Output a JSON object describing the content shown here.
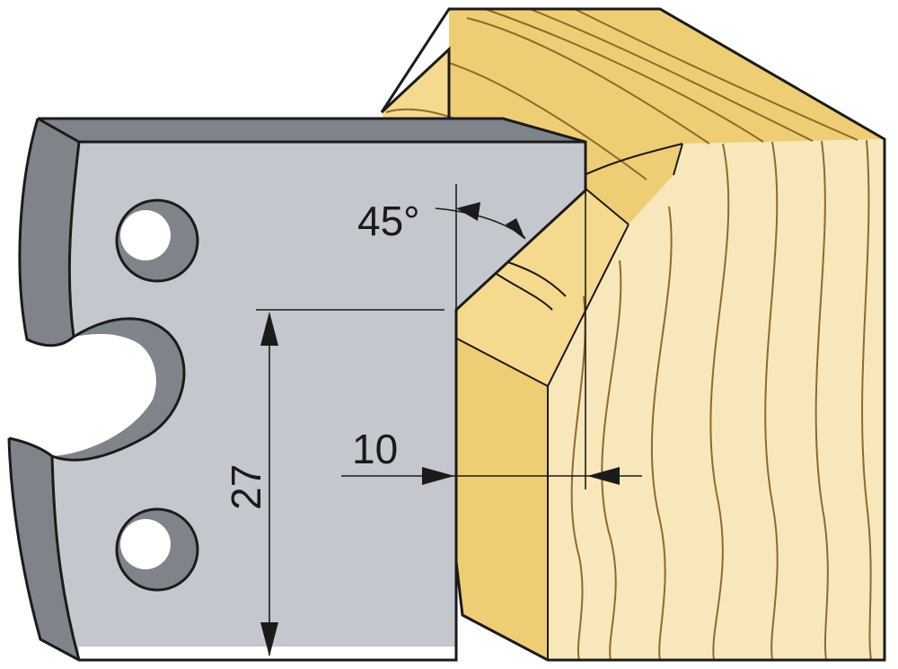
{
  "colors": {
    "knife_face": "#c4c7cd",
    "knife_edge": "#7f838a",
    "wood_light": "#f8e7ba",
    "wood_mid": "#f4d98f",
    "wood_dark": "#efcd74",
    "grain_line": "#8f6a2c",
    "outline": "#1b1b1b",
    "dimension_line": "#1b1b1b"
  },
  "dimensions": {
    "angle_label": "45°",
    "height_label": "27",
    "depth_label": "10"
  },
  "icons": {
    "mounting_hole_top": "circle-hole-icon",
    "mounting_hole_bottom": "circle-hole-icon",
    "mounting_notch": "semicircle-notch-icon"
  }
}
